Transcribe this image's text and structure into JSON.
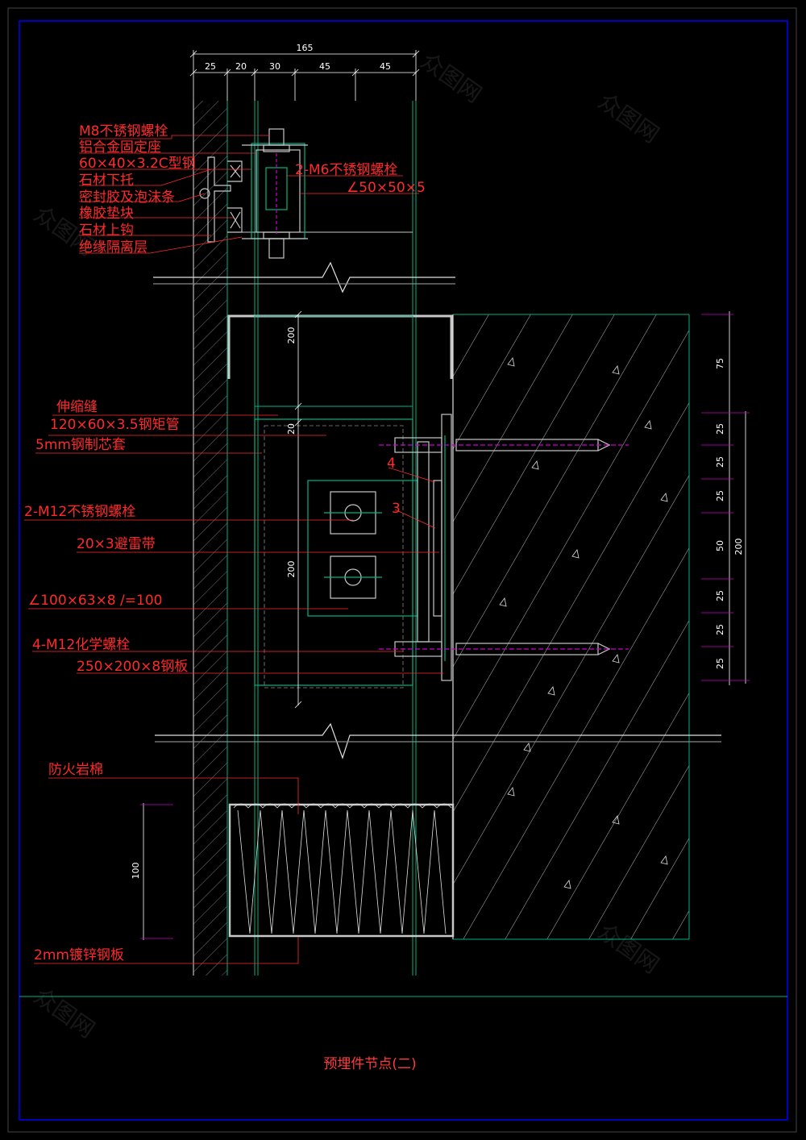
{
  "title": "预埋件节点(二)",
  "colors": {
    "background": "#000000",
    "label": "#ff2a2a",
    "structure": "#00b386",
    "frame": "#0000ff",
    "dimension": "#ffffff",
    "steel": "#c8c8c8",
    "extension": "#cc00cc"
  },
  "top_dimensions": {
    "total": "165",
    "segments": [
      "25",
      "20",
      "30",
      "45",
      "45"
    ]
  },
  "right_dimensions": {
    "segments": [
      "75",
      "25",
      "25",
      "25",
      "50",
      "25",
      "25",
      "25"
    ],
    "total": "200"
  },
  "inner_dimensions": {
    "upper": "200",
    "gap": "20",
    "lower": "200",
    "insulation": "100"
  },
  "detail_labels": [
    "M8不锈钢螺栓",
    "铝合金固定座",
    "60×40×3.2C型钢",
    "石材下托",
    "密封胶及泡沫条",
    "橡胶垫块",
    "石材上钩",
    "绝缘隔离层"
  ],
  "detail_right_labels": [
    "2-M6不锈钢螺栓",
    "∠50×50×5"
  ],
  "main_labels": [
    "伸缩缝",
    "120×60×3.5钢矩管",
    "5mm钢制芯套",
    "2-M12不锈钢螺栓",
    "20×3避雷带",
    "∠100×63×8    /=100",
    "4-M12化学螺栓",
    "250×200×8钢板"
  ],
  "weld_marks": [
    "4",
    "3"
  ],
  "bottom_labels": [
    "防火岩棉",
    "2mm镀锌钢板"
  ],
  "watermark": "众图网"
}
